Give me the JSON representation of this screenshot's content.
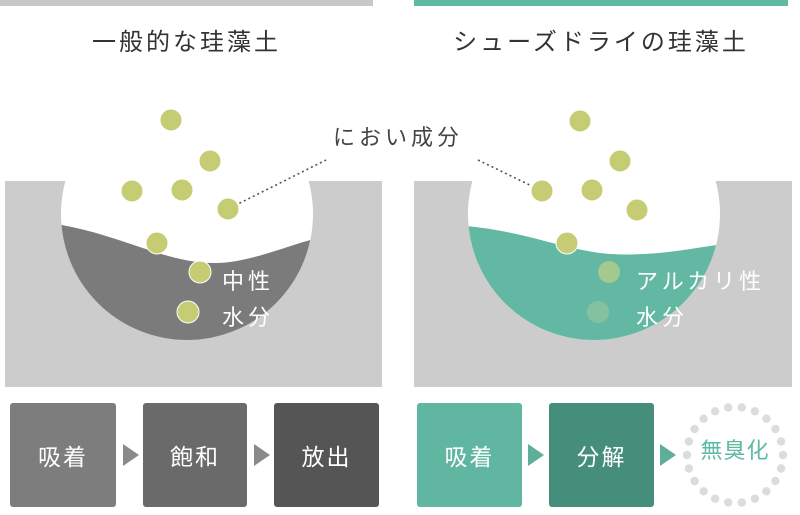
{
  "colors": {
    "ground": "#cccccc",
    "gray_water": "#7b7b7b",
    "teal_water": "#62b8a3",
    "dot": "#c6cc74",
    "teal_bar": "#5fb9a3",
    "gray_bar": "#c8c8c8",
    "box1": "#7d7d7d",
    "box2": "#6a6a6a",
    "box3": "#555555",
    "tbox1": "#60b6a1",
    "tbox2": "#468e7c",
    "result_dots": "#dcdcdc"
  },
  "left": {
    "title": "一般的な珪藻土",
    "label_line1": "中性",
    "label_line2": "水分",
    "flow": [
      "吸着",
      "飽和",
      "放出"
    ]
  },
  "right": {
    "title": "シューズドライの珪藻土",
    "label_line1": "アルカリ性",
    "label_line2": "水分",
    "flow": [
      "吸着",
      "分解"
    ],
    "result": "無臭化"
  },
  "callout": "におい成分"
}
